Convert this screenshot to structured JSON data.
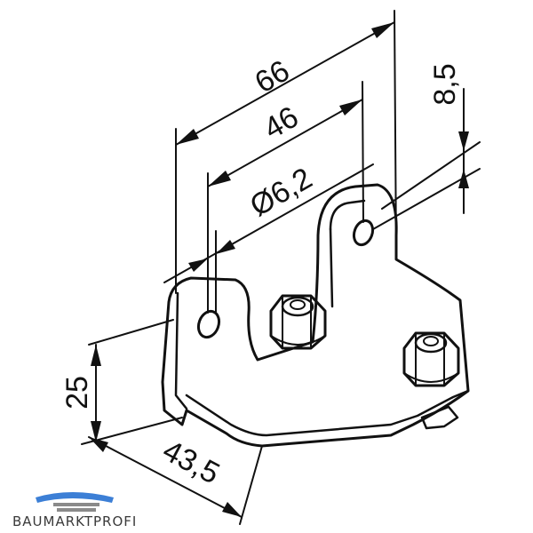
{
  "drawing": {
    "title": "",
    "dimensions": {
      "overall_width": "66",
      "hole_spacing": "46",
      "hole_diameter": "Ø6,2",
      "hole_offset": "8,5",
      "height": "25",
      "depth": "43,5"
    }
  },
  "logo": {
    "text": "BAUMARKTPROFI",
    "colors": {
      "accent": "#3c7fd6",
      "gray": "#8a8a8a"
    }
  },
  "colors": {
    "line": "#111111",
    "background": "#ffffff"
  }
}
